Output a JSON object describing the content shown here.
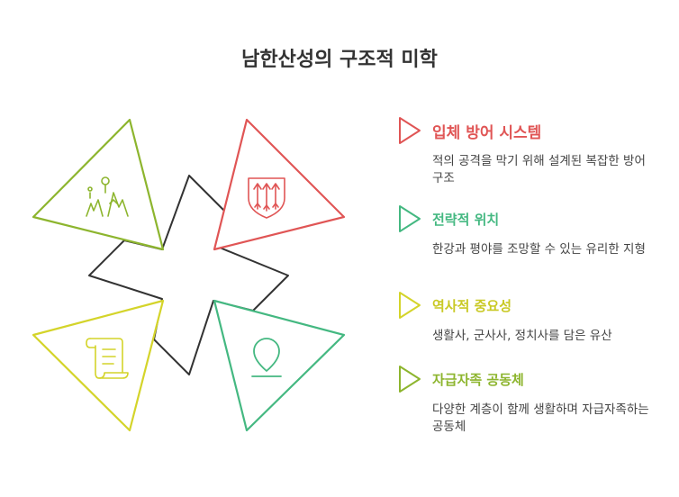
{
  "title": "남한산성의 구조적 미학",
  "colors": {
    "red": "#e05555",
    "green": "#44b881",
    "yellow": "#d4d42a",
    "olive": "#8db52e",
    "outline": "#333333"
  },
  "items": [
    {
      "title": "입체 방어 시스템",
      "description": "적의 공격을 막기 위해 설계된 복잡한 방어 구조",
      "icon": "shield-arrows-icon",
      "color": "#e05555"
    },
    {
      "title": "전략적 위치",
      "description": "한강과 평야를 조망할 수 있는 유리한 지형",
      "icon": "location-pin-icon",
      "color": "#44b881"
    },
    {
      "title": "역사적 중요성",
      "description": "생활사, 군사사, 정치사를 담은 유산",
      "icon": "scroll-icon",
      "color": "#d4d42a"
    },
    {
      "title": "자급자족 공동체",
      "description": "다양한 계층이 함께 생활하며 자급자족하는 공동체",
      "icon": "landscape-icon",
      "color": "#8db52e"
    }
  ]
}
